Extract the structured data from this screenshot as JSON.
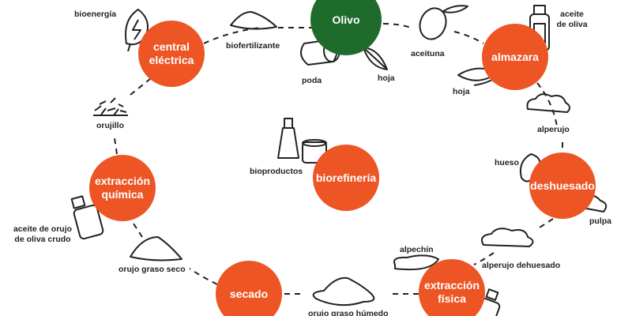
{
  "colors": {
    "process": "#EE5524",
    "origin": "#1F6B2B",
    "line": "#222222"
  },
  "nodes": {
    "olivo": "Olivo",
    "almazara": "almazara",
    "deshuesado": "deshuesado",
    "extraccion_fisica": "extracción física",
    "secado": "secado",
    "extraccion_quimica": "extracción química",
    "central_electrica": "central eléctrica",
    "biorefineria": "biorefinería"
  },
  "labels": {
    "bioenergia": "bioenergía",
    "biofertilizante": "biofertilizante",
    "poda": "poda",
    "hoja_top": "hoja",
    "aceituna": "aceituna",
    "aceite_oliva": "aceite de oliva",
    "hoja_right": "hoja",
    "alperujo": "alperujo",
    "hueso": "hueso",
    "pulpa": "pulpa",
    "alperujo_deshuesado": "alperujo dehuesado",
    "alpechin": "alpechín",
    "orujo_humedo": "orujo graso húmedo",
    "orujo_seco": "orujo graso seco",
    "aceite_orujo": "aceite de orujo de oliva crudo",
    "orujillo": "orujillo",
    "bioproductos": "bioproductos"
  },
  "icons": [
    "leaf-bolt-icon",
    "powder-pile-icon",
    "log-icon",
    "leaf-icon",
    "olive-icon",
    "bottle-icon",
    "pomace-icon",
    "pit-icon",
    "pellets-icon",
    "jar-tube-icon",
    "puddle-icon"
  ]
}
